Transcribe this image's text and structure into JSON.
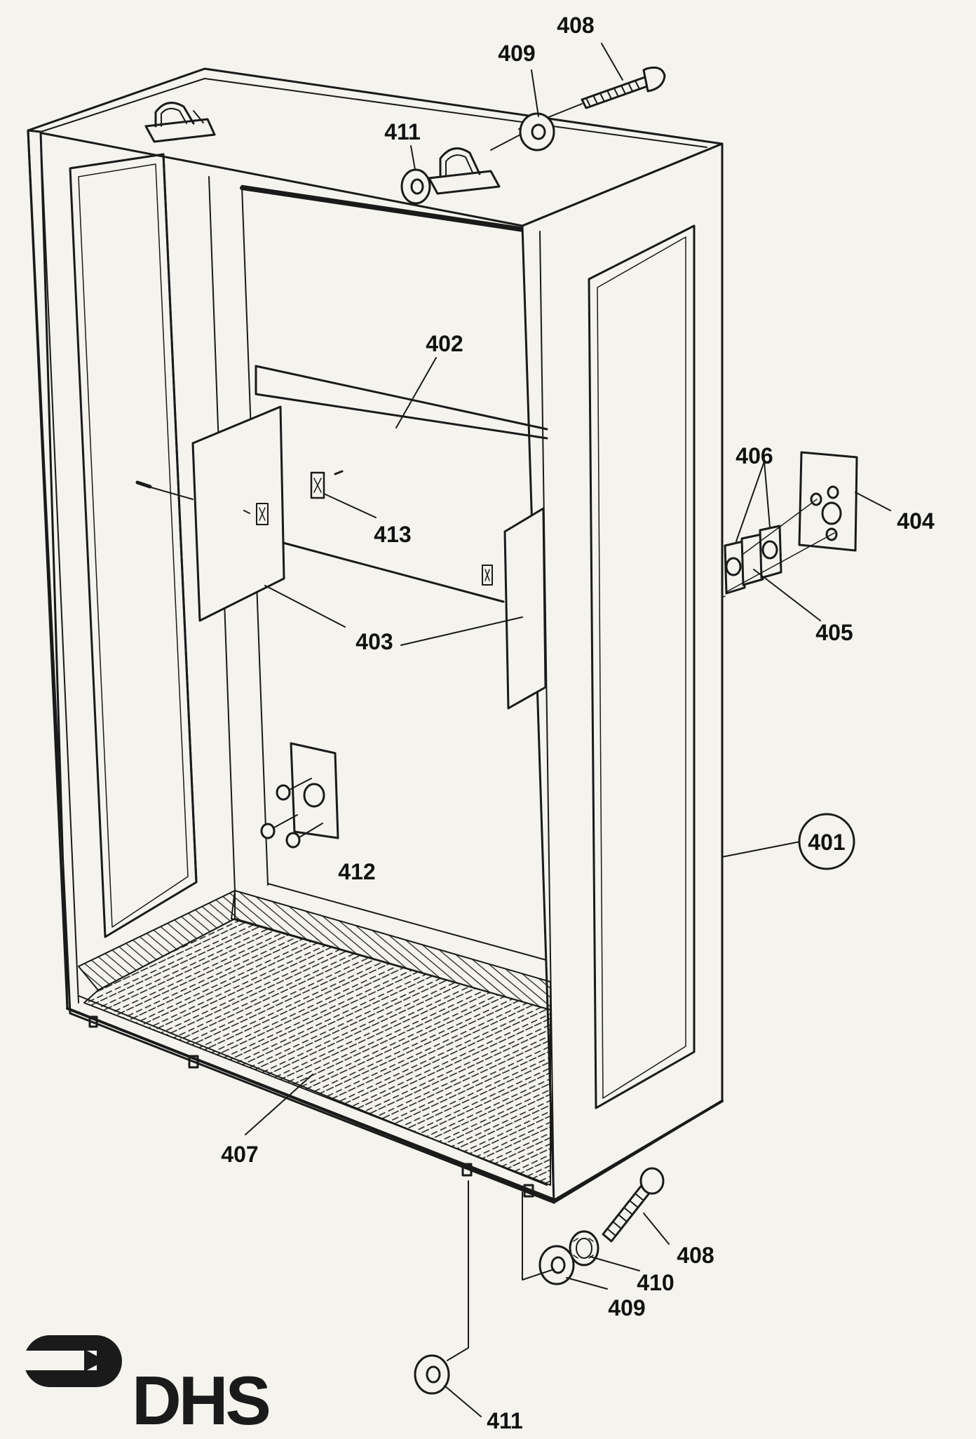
{
  "callouts": {
    "c401": "401",
    "c402": "402",
    "c403": "403",
    "c404": "404",
    "c405": "405",
    "c406": "406",
    "c407": "407",
    "c408_top": "408",
    "c408_bottom": "408",
    "c409_top": "409",
    "c409_bottom": "409",
    "c410": "410",
    "c411_top": "411",
    "c411_bottom": "411",
    "c412": "412",
    "c413": "413"
  },
  "logo": {
    "text": "DHS"
  },
  "colors": {
    "ink": "#1a1a1a",
    "paper": "#f4f3ee"
  }
}
